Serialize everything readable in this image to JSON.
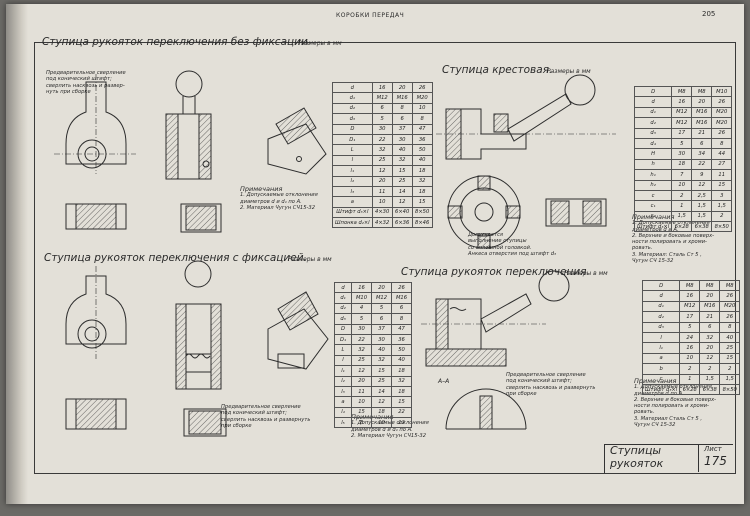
{
  "header": {
    "title": "КОРОБКИ ПЕРЕДАЧ",
    "page_number": "205"
  },
  "sections": [
    {
      "title": "Ступица рукояток переключения без фиксации.",
      "size_note": "Размеры в мм"
    },
    {
      "title": "Ступица крестовая.",
      "size_note": "Размеры в мм"
    },
    {
      "title": "Ступица рукояток переключения с фиксацией.",
      "size_note": "Размеры в мм"
    },
    {
      "title": "Ступица рукояток переключения",
      "size_note": "Размеры в мм"
    }
  ],
  "drawing_notes": {
    "drill_note_1": [
      "Предварительное сверление",
      "под конический штифт;",
      "сверлить насквозь и развер-",
      "нуть при сборке"
    ],
    "drill_note_2": [
      "Предварительное сверление",
      "под конический штифт;",
      "сверлить насквозь и развернуть",
      "при сборке"
    ],
    "drill_note_3": [
      "Предварительное сверление",
      "под конический штифт;",
      "сверлить насквозь и развернуть",
      "при сборке"
    ],
    "allowed_hub": [
      "Допускается",
      "выполнение ступицы",
      "со сплошной головкой.",
      "Анкеса отверстия под штифт d₃"
    ],
    "section_label": "А–А"
  },
  "notes_blocks": [
    {
      "title": "Примечания",
      "lines": [
        "1. Допускаемые отклонения",
        "диаметров  d  и d₁ по А.",
        "2. Материал  Чугун СЧ15-32"
      ]
    },
    {
      "title": "Примечания",
      "lines": [
        "1. Допускаемые отклонения",
        "диаметров  d и А.",
        "2. Верхние и боковые поверх-",
        "ности полировать и хроми-",
        "ровать.",
        "3. Материал: Сталь Ст 5 ,",
        "Чугун СЧ 15-32"
      ]
    },
    {
      "title": "Примечания",
      "lines": [
        "1. Допускаемые отклонения",
        "диаметров  d  и d₁ по А.",
        "2. Материал  Чугун СЧ15-32"
      ]
    },
    {
      "title": "Примечания",
      "lines": [
        "1. Допускаемые отклонения",
        "диаметров  d  по А.",
        "2. Верхние и боковые поверх-",
        "ности полировать и хроми-",
        "ровать.",
        "3. Материал  Сталь Ст 5 ,",
        "Чугун СЧ 15-32"
      ]
    }
  ],
  "tables": [
    {
      "rows": [
        [
          "d",
          "16",
          "20",
          "26"
        ],
        [
          "d₁",
          "M12",
          "M16",
          "M20"
        ],
        [
          "d₂",
          "6",
          "8",
          "10"
        ],
        [
          "d₃",
          "5",
          "6",
          "8"
        ],
        [
          "D",
          "30",
          "37",
          "47"
        ],
        [
          "D₁",
          "22",
          "30",
          "36"
        ],
        [
          "L",
          "32",
          "40",
          "50"
        ],
        [
          "l",
          "25",
          "32",
          "40"
        ],
        [
          "l₁",
          "12",
          "15",
          "18"
        ],
        [
          "l₂",
          "20",
          "25",
          "32"
        ],
        [
          "l₃",
          "11",
          "14",
          "18"
        ],
        [
          "a",
          "10",
          "12",
          "15"
        ],
        [
          "Штифт d₃×l",
          "4×30",
          "6×40",
          "8×50"
        ],
        [
          "Шпонка d₂×l",
          "4×32",
          "6×36",
          "8×46"
        ]
      ]
    },
    {
      "rows": [
        [
          "D",
          "M8",
          "M8",
          "M10"
        ],
        [
          "d",
          "16",
          "20",
          "26"
        ],
        [
          "d₁",
          "M12",
          "M16",
          "M20"
        ],
        [
          "d₂",
          "M12",
          "M16",
          "M20"
        ],
        [
          "d₃",
          "17",
          "21",
          "26"
        ],
        [
          "d₄",
          "5",
          "6",
          "8"
        ],
        [
          "H",
          "30",
          "34",
          "44"
        ],
        [
          "h",
          "18",
          "22",
          "27"
        ],
        [
          "h₁",
          "7",
          "9",
          "11"
        ],
        [
          "h₂",
          "10",
          "12",
          "15"
        ],
        [
          "c",
          "2",
          "2,5",
          "3"
        ],
        [
          "c₁",
          "1",
          "1,5",
          "1,5"
        ],
        [
          "c₂",
          "1,5",
          "1,5",
          "2"
        ],
        [
          "Штифт d₃×l",
          "6×28",
          "6×38",
          "8×50"
        ]
      ]
    },
    {
      "rows": [
        [
          "d",
          "16",
          "20",
          "26"
        ],
        [
          "d₁",
          "M10",
          "M12",
          "M16"
        ],
        [
          "d₂",
          "4",
          "5",
          "6"
        ],
        [
          "d₃",
          "5",
          "6",
          "8"
        ],
        [
          "D",
          "30",
          "37",
          "47"
        ],
        [
          "D₁",
          "22",
          "30",
          "36"
        ],
        [
          "L",
          "32",
          "40",
          "50"
        ],
        [
          "l",
          "25",
          "32",
          "40"
        ],
        [
          "l₁",
          "12",
          "15",
          "18"
        ],
        [
          "l₂",
          "20",
          "25",
          "32"
        ],
        [
          "l₃",
          "11",
          "14",
          "18"
        ],
        [
          "a",
          "10",
          "12",
          "15"
        ],
        [
          "l₄",
          "15",
          "18",
          "22"
        ],
        [
          "l₅",
          "8",
          "10",
          "12"
        ]
      ]
    },
    {
      "rows": [
        [
          "D",
          "M8",
          "M8",
          "M8"
        ],
        [
          "d",
          "16",
          "20",
          "26"
        ],
        [
          "d₁",
          "M12",
          "M16",
          "M20"
        ],
        [
          "d₂",
          "17",
          "21",
          "26"
        ],
        [
          "d₃",
          "5",
          "6",
          "8"
        ],
        [
          "l",
          "24",
          "32",
          "40"
        ],
        [
          "l₁",
          "16",
          "20",
          "25"
        ],
        [
          "a",
          "10",
          "12",
          "15"
        ],
        [
          "b",
          "2",
          "2",
          "2"
        ],
        [
          "c",
          "1",
          "1,5",
          "1,5"
        ],
        [
          "Штифт d₃×l",
          "6×28",
          "6×38",
          "8×50"
        ]
      ]
    }
  ],
  "stamp": {
    "title_line1": "Ступицы",
    "title_line2": "рукояток",
    "sheet_label": "Лист",
    "sheet_number": "175"
  }
}
